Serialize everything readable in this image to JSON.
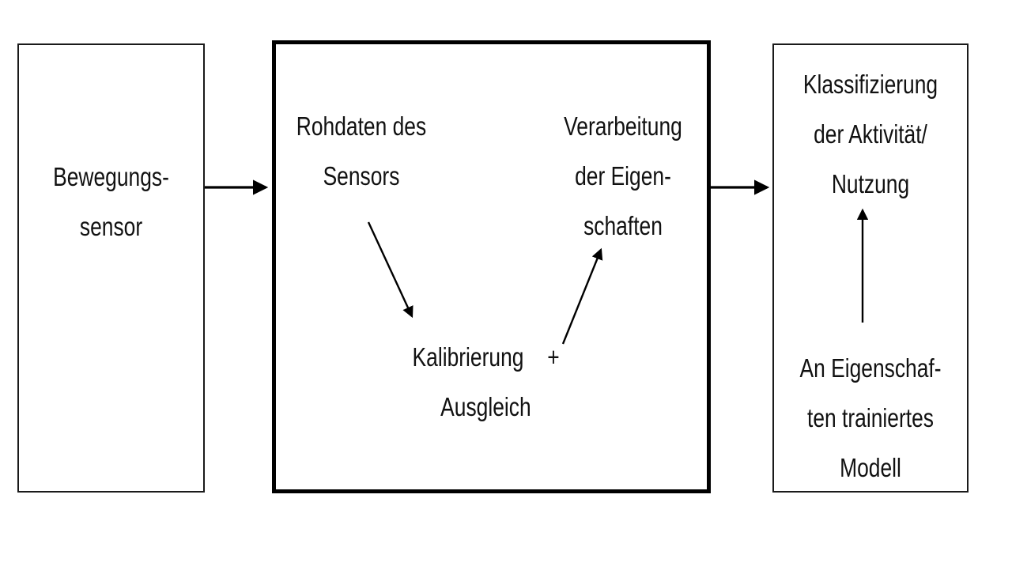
{
  "diagram": {
    "sensor_box": {
      "lines": [
        "Bewegungs-",
        "sensor"
      ]
    },
    "processing_box": {
      "raw_data": {
        "lines": [
          "Rohdaten des",
          "Sensors"
        ]
      },
      "feature_processing": {
        "lines": [
          "Verarbeitung",
          "der Eigen-",
          "schaften"
        ]
      },
      "calibration": {
        "lines": [
          "Kalibrierung",
          "Ausgleich"
        ]
      },
      "plus": "+"
    },
    "classification_box": {
      "classification": {
        "lines": [
          "Klassifizierung",
          "der Aktivität/",
          "Nutzung"
        ]
      },
      "model": {
        "lines": [
          "An Eigenschaf-",
          "ten trainiertes",
          "Modell"
        ]
      }
    }
  }
}
